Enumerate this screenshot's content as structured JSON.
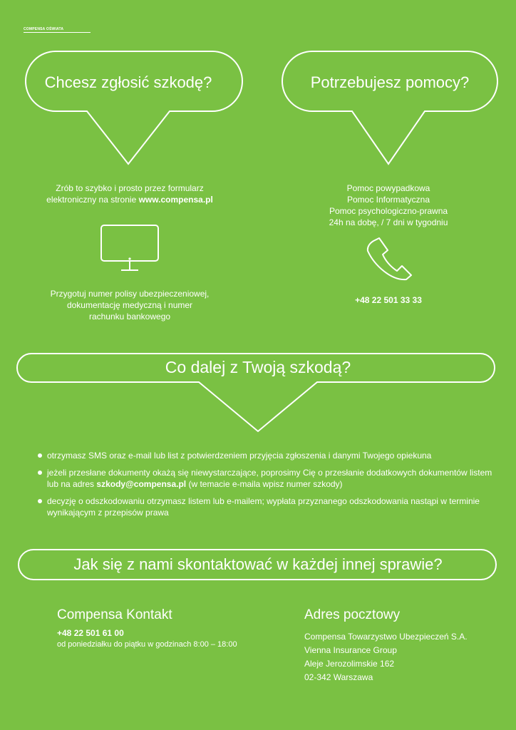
{
  "brand": "COMPENSA OŚWIATA",
  "left_panel": {
    "title": "Chcesz zgłosić szkodę?",
    "text_line1": "Zrób to szybko i prosto przez formularz",
    "text_line2_pre": "elektroniczny na stronie ",
    "website": "www.compensa.pl",
    "monitor_icon": "monitor-icon",
    "prep_lines": [
      "Przygotuj numer polisy ubezpieczeniowej,",
      "dokumentację medyczną i numer",
      "rachunku bankowego"
    ]
  },
  "right_panel": {
    "title": "Potrzebujesz pomocy?",
    "services": [
      "Pomoc powypadkowa",
      "Pomoc Informatyczna",
      "Pomoc psychologiczno-prawna",
      "24h na dobę, / 7 dni w tygodniu"
    ],
    "phone_icon": "phone-icon",
    "phone": "+48 22 501 33 33"
  },
  "next_steps": {
    "title": "Co dalej z Twoją szkodą?",
    "bullets": [
      {
        "pre": "otrzymasz SMS oraz e-mail lub list z potwierdzeniem przyjęcia zgłoszenia i danymi Twojego opiekuna"
      },
      {
        "pre": "jeżeli przesłane dokumenty okażą się niewystarczające, poprosimy Cię o przesłanie dodatkowych dokumentów listem lub na adres ",
        "email": "szkody@compensa.pl",
        "post": " (w temacie e-maila wpisz numer szkody)"
      },
      {
        "pre": "decyzję o odszkodowaniu otrzymasz listem lub e-mailem; wypłata przyznanego odszkodowania nastąpi w terminie wynikającym z przepisów prawa"
      }
    ]
  },
  "contact_banner": {
    "title": "Jak się z nami skontaktować w każdej innej sprawie?"
  },
  "contact": {
    "heading": "Compensa Kontakt",
    "phone": "+48 22 501 61 00",
    "hours": "od poniedziałku do piątku w godzinach 8:00 – 18:00"
  },
  "address": {
    "heading": "Adres pocztowy",
    "lines": [
      "Compensa Towarzystwo Ubezpieczeń S.A.",
      "Vienna Insurance Group",
      "Aleje Jerozolimskie 162",
      "02-342 Warszawa"
    ]
  },
  "colors": {
    "background": "#7ac143",
    "foreground": "#ffffff"
  }
}
